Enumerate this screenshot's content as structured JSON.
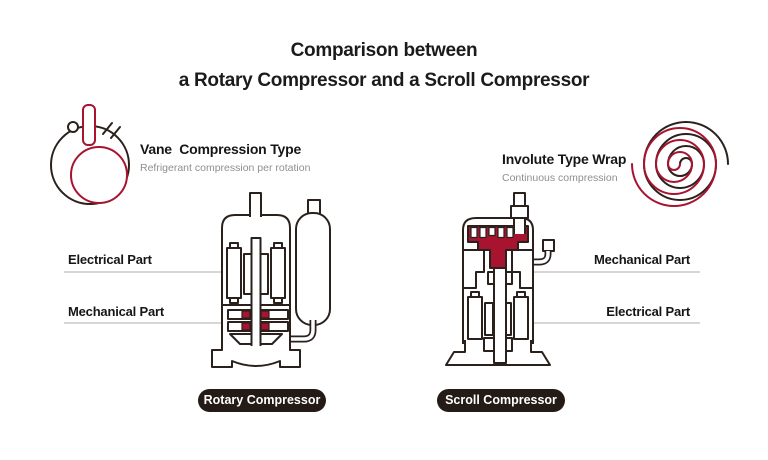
{
  "title": {
    "line1": "Comparison between",
    "line2": "a Rotary Compressor and a Scroll Compressor"
  },
  "left_feature": {
    "title": "Vane  Compression Type",
    "subtitle": "Refrigerant compression per rotation"
  },
  "right_feature": {
    "title": "Involute Type Wrap",
    "subtitle": "Continuous compression"
  },
  "left_diagram": {
    "badge": "Rotary Compressor",
    "labels": [
      {
        "text": "Electrical Part"
      },
      {
        "text": "Mechanical Part"
      }
    ]
  },
  "right_diagram": {
    "badge": "Scroll Compressor",
    "labels": [
      {
        "text": "Mechanical Part"
      },
      {
        "text": "Electrical Part"
      }
    ]
  },
  "icons": {
    "left": "rotary-vane-cross-section-icon",
    "right": "involute-scroll-spiral-icon"
  },
  "colors": {
    "accent_crimson": "#a81330",
    "outline_dark": "#2a211d",
    "label_line_gray": "#d6d6d6",
    "badge_bg": "#251b16",
    "badge_text": "#ffffff",
    "subtitle_gray": "#8f8f8f",
    "title_text": "#1b1b1b"
  }
}
